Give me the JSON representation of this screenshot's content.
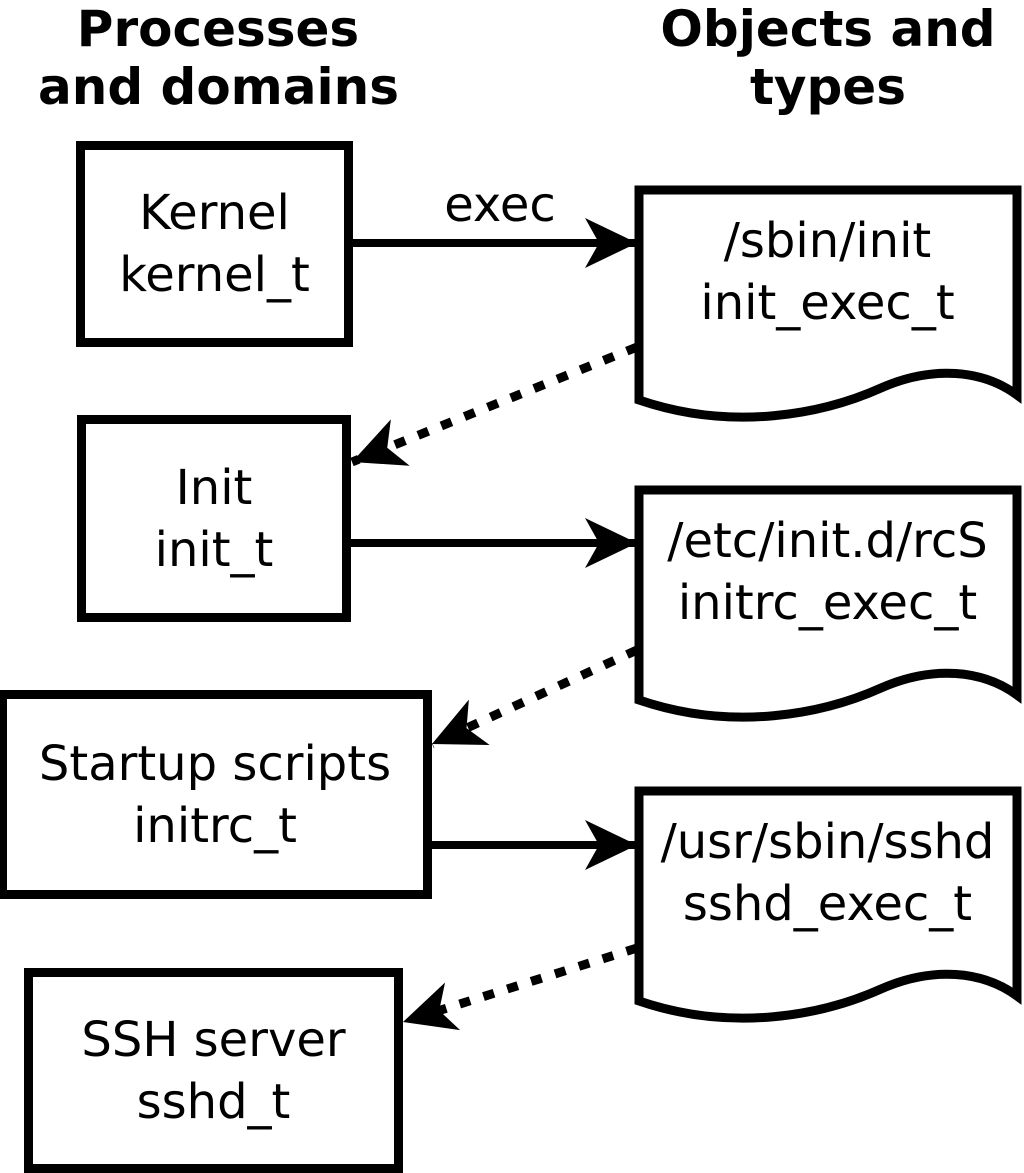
{
  "title_columns": {
    "left": {
      "lines": [
        "Processes",
        "and domains"
      ]
    },
    "right": {
      "lines": [
        "Objects and",
        "types"
      ]
    }
  },
  "diagram": {
    "processes": [
      {
        "name": "Kernel",
        "type": "kernel_t"
      },
      {
        "name": "Init",
        "type": "init_t"
      },
      {
        "name": "Startup scripts",
        "type": "initrc_t"
      },
      {
        "name": "SSH server",
        "type": "sshd_t"
      }
    ],
    "objects": [
      {
        "path": "/sbin/init",
        "type": "init_exec_t"
      },
      {
        "path": "/etc/init.d/rcS",
        "type": "initrc_exec_t"
      },
      {
        "path": "/usr/sbin/sshd",
        "type": "sshd_exec_t"
      }
    ],
    "edges": [
      {
        "from": "kernel_t",
        "to": "init_exec_t",
        "style": "solid",
        "label": "exec"
      },
      {
        "from": "init_exec_t",
        "to": "init_t",
        "style": "dotted",
        "label": ""
      },
      {
        "from": "init_t",
        "to": "initrc_exec_t",
        "style": "solid",
        "label": ""
      },
      {
        "from": "initrc_exec_t",
        "to": "initrc_t",
        "style": "dotted",
        "label": ""
      },
      {
        "from": "initrc_t",
        "to": "sshd_exec_t",
        "style": "solid",
        "label": ""
      },
      {
        "from": "sshd_exec_t",
        "to": "sshd_t",
        "style": "dotted",
        "label": ""
      }
    ]
  },
  "colors": {
    "line": "#000000",
    "background": "#ffffff",
    "text": "#000000"
  }
}
